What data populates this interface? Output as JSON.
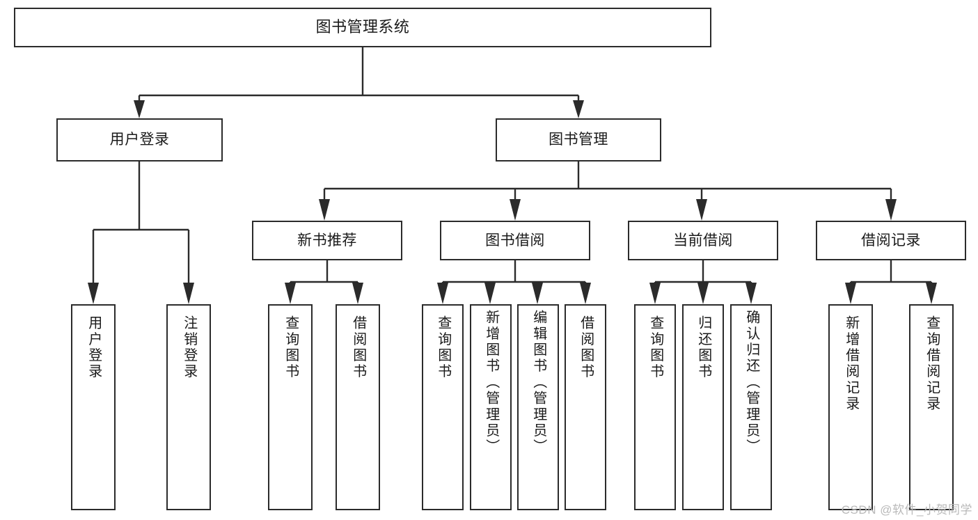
{
  "diagram": {
    "type": "tree",
    "title": "图书管理系统",
    "orientation": "top-down",
    "colors": {
      "stroke": "#2b2b2b",
      "box_fill": "#ffffff",
      "text": "#1a1a1a",
      "background": "#ffffff",
      "watermark": "#b9b9b9"
    }
  },
  "root": {
    "label": "图书管理系统"
  },
  "level2": [
    {
      "label": "用户登录"
    },
    {
      "label": "图书管理"
    }
  ],
  "level3": [
    {
      "label": "新书推荐"
    },
    {
      "label": "图书借阅"
    },
    {
      "label": "当前借阅"
    },
    {
      "label": "借阅记录"
    }
  ],
  "leaves": {
    "user_login": [
      {
        "label": "用户登录"
      },
      {
        "label": "注销登录"
      }
    ],
    "new_book_recommend": [
      {
        "label": "查询图书"
      },
      {
        "label": "借阅图书"
      }
    ],
    "book_borrow": [
      {
        "label": "查询图书"
      },
      {
        "label": "新增图书（管理员）"
      },
      {
        "label": "编辑图书（管理员）"
      },
      {
        "label": "借阅图书"
      }
    ],
    "current_borrow": [
      {
        "label": "查询图书"
      },
      {
        "label": "归还图书"
      },
      {
        "label": "确认归还（管理员）"
      }
    ],
    "borrow_record": [
      {
        "label": "新增借阅记录"
      },
      {
        "label": "查询借阅记录"
      }
    ]
  },
  "watermark": {
    "text": "CSDN @软件_小贺同学"
  }
}
